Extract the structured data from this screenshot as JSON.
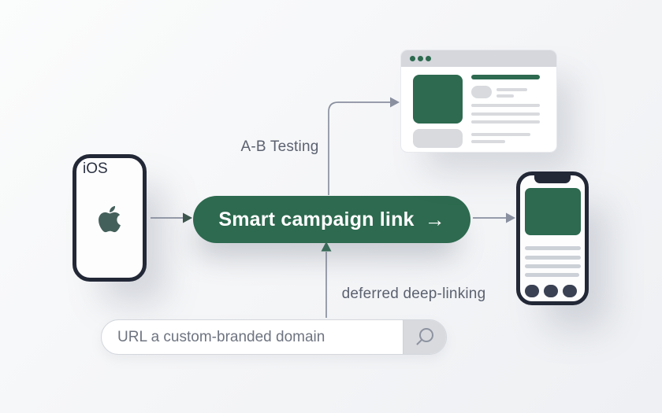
{
  "labels": {
    "ab_testing": "A-B Testing",
    "deferred_deep_linking": "deferred deep-linking",
    "ios": "iOS"
  },
  "pill": {
    "label": "Smart campaign link",
    "arrow_glyph": "→"
  },
  "url_bar": {
    "placeholder": "URL a custom-branded domain"
  },
  "icons": {
    "apple": "apple-icon",
    "search": "search-icon",
    "arrow_right": "arrow-right-icon"
  },
  "colors": {
    "brand_green": "#2d6a4f",
    "connector_gray": "#8a90a0",
    "arrowhead_green": "#2d6a4f",
    "arrowhead_dark": "#3c564c",
    "device_dark": "#232837",
    "skeleton_gray": "#d8dade",
    "label_gray": "#5b6170",
    "apple": "#44605a",
    "search_icon_gray": "#8d93a0"
  }
}
